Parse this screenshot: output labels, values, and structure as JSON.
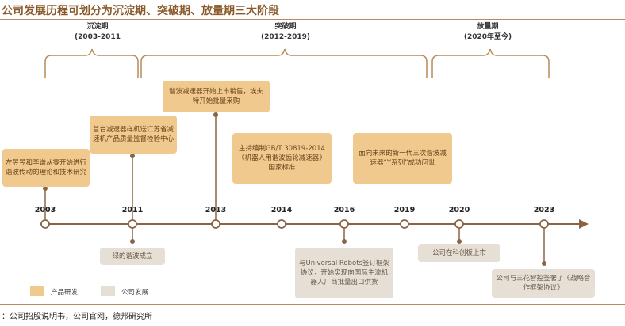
{
  "title": "公司发展历程可划分为沉淀期、突破期、放量期三大阶段",
  "phases": [
    {
      "name": "沉淀期",
      "range": "(2003-2011"
    },
    {
      "name": "突破期",
      "range": "(2012-2019)"
    },
    {
      "name": "放量期",
      "range": "(2020年至今)"
    }
  ],
  "years": [
    "2003",
    "2011",
    "2013",
    "2014",
    "2016",
    "2019",
    "2020",
    "2023"
  ],
  "events": [
    {
      "year": "2003",
      "category": "product",
      "text": "左昱昱和李谦从零开始进行谐波传动的理论和技术研究"
    },
    {
      "year": "2011",
      "category": "product",
      "text": "首台减速器样机送江苏省减速机产品质量监督检验中心"
    },
    {
      "year": "2011",
      "category": "company",
      "text": "绿的谐波成立"
    },
    {
      "year": "2013",
      "category": "product",
      "text": "谐波减速器开始上市销售，埃夫特开始批量采购"
    },
    {
      "year": "2014",
      "category": "product",
      "text": "主持编制GB/T 30819-2014《机器人用谐波齿轮减速器》国家标准"
    },
    {
      "year": "2016",
      "category": "company",
      "text": "与Universal Robots签订框架协议，开始实现向国际主流机器人厂商批量出口供货"
    },
    {
      "year": "2019",
      "category": "product",
      "text": "面向未来的新一代三次谐波减速器“Y系列”成功问世"
    },
    {
      "year": "2020",
      "category": "company",
      "text": "公司在科创板上市"
    },
    {
      "year": "2023",
      "category": "company",
      "text": "公司与三花智控签署了《战略合作框架协议》"
    }
  ],
  "legend": [
    {
      "label": "产品研发",
      "color": "#f0c98f"
    },
    {
      "label": "公司发展",
      "color": "#e6dfd6"
    }
  ],
  "source": "：公司招股说明书，公司官网，德邦研究所",
  "colors": {
    "accent": "#b98a5a",
    "product": "#f0c98f",
    "company": "#e6dfd6",
    "line": "#8a6544",
    "title": "#8a5a2b"
  }
}
